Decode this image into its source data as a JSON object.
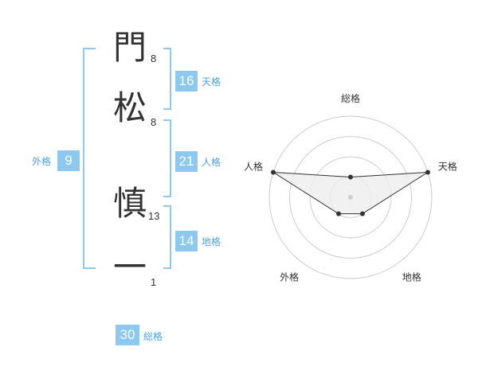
{
  "name": {
    "chars": [
      {
        "char": "門",
        "strokes": "8"
      },
      {
        "char": "松",
        "strokes": "8"
      },
      {
        "char": "慎",
        "strokes": "13"
      },
      {
        "char": "一",
        "strokes": "1"
      }
    ]
  },
  "fortune": {
    "tenkaku": {
      "value": "16",
      "label": "天格"
    },
    "jinkaku": {
      "value": "21",
      "label": "人格"
    },
    "chikaku": {
      "value": "14",
      "label": "地格"
    },
    "gaikaku": {
      "value": "9",
      "label": "外格"
    },
    "soukaku": {
      "value": "30",
      "label": "総格"
    }
  },
  "chart_data": {
    "type": "radar",
    "axes": [
      "総格",
      "天格",
      "地格",
      "外格",
      "人格"
    ],
    "values": [
      1,
      4,
      1,
      1,
      4
    ],
    "rmax": 4,
    "rings": 4,
    "colors": {
      "fill": "#eeeeee",
      "line": "#333333",
      "grid": "#cccccc",
      "point": "#333333"
    }
  }
}
